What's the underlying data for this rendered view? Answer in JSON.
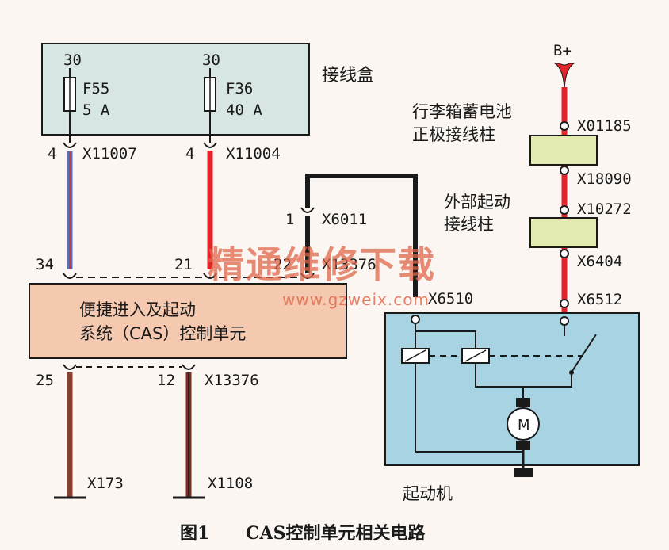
{
  "junction_box": {
    "label": "接线盒",
    "fuse1": {
      "terminal": "30",
      "name": "F55",
      "rating": "5 A",
      "pin": "4",
      "connector": "X11007"
    },
    "fuse2": {
      "terminal": "30",
      "name": "F36",
      "rating": "40 A",
      "pin": "4",
      "connector": "X11004"
    }
  },
  "cas_unit": {
    "line1": "便捷进入及起动",
    "line2": "系统（CAS）控制单元",
    "pin_top_left": "34",
    "pin_top_mid": "21",
    "pin_top_right": "22",
    "connector_top": "X13376",
    "pin_bottom_left": "25",
    "pin_bottom_right": "12",
    "connector_bottom": "X13376"
  },
  "loop": {
    "pin": "1",
    "connector": "X6011"
  },
  "grounds": {
    "left": "X173",
    "right": "X1108"
  },
  "battery": {
    "supply": "B+",
    "post_label_1": "行李箱蓄电池",
    "post_label_2": "正极接线柱",
    "conn_top": "X01185",
    "conn_bottom": "X18090"
  },
  "jump_post": {
    "label_1": "外部起动",
    "label_2": "接线柱",
    "conn_top": "X10272",
    "conn_bottom": "X6404"
  },
  "starter": {
    "label": "起动机",
    "conn_left": "X6510",
    "conn_right": "X6512",
    "motor_symbol": "M"
  },
  "watermark": {
    "line1": "精通维修下载",
    "line2": "www.gzweix.com"
  },
  "caption": {
    "figure": "图1",
    "title": "CAS控制单元相关电路"
  },
  "colors": {
    "box_fill": "#d8e6e3",
    "cas_fill": "#f5c9b0",
    "starter_fill": "#a8d3e2",
    "post_fill": "#e3eab0",
    "red_wire": "#e3222a",
    "blue_wire": "#5a6fb8",
    "brown_wire": "#8a3f2c",
    "watermark": "#e0654a"
  }
}
